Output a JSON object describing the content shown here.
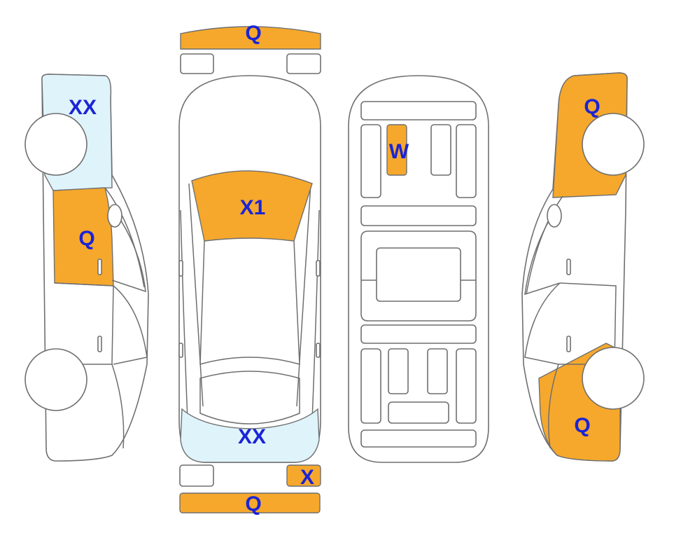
{
  "colors": {
    "damage_orange": "#f6a82c",
    "damage_light_blue": "#dff3fb",
    "label_blue": "#1a24d6",
    "outline_gray": "#6f6f6f"
  },
  "marks": {
    "front_bumper": "Q",
    "rear_bumper": "Q",
    "rear_small_panel": "X",
    "windshield": "X1",
    "rear_window": "XX",
    "left_front_fender": "XX",
    "left_front_door": "Q",
    "undercarriage_part": "W",
    "right_front_fender": "Q",
    "right_rear_quarter": "Q"
  }
}
